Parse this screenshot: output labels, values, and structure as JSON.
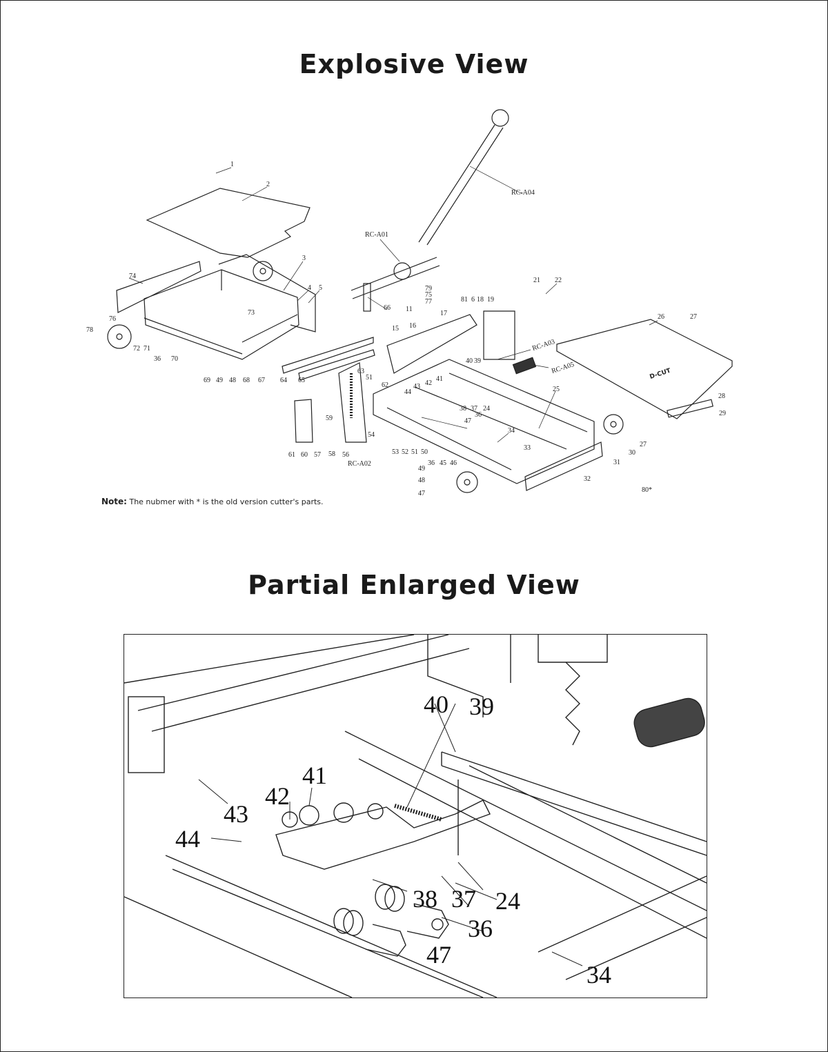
{
  "titles": {
    "explosive": "Explosive View",
    "partial": "Partial Enlarged View"
  },
  "note": {
    "label": "Note:",
    "text": "The nubmer with * is the old version cutter's  parts."
  },
  "explosive_labels": [
    "1",
    "2",
    "3",
    "4",
    "5",
    "74",
    "76",
    "78",
    "72",
    "71",
    "36",
    "70",
    "69",
    "49",
    "48",
    "68",
    "67",
    "64",
    "65",
    "73",
    "66",
    "11",
    "79",
    "75",
    "77",
    "81",
    "6",
    "18",
    "19",
    "17",
    "15",
    "16",
    "21",
    "22",
    "26",
    "27",
    "RC-A03",
    "RC-A05",
    "40",
    "39",
    "63",
    "62",
    "51",
    "44",
    "43",
    "42",
    "41",
    "38",
    "37",
    "24",
    "47",
    "36",
    "34",
    "25",
    "28",
    "29",
    "59",
    "54",
    "53",
    "52",
    "51",
    "50",
    "36",
    "45",
    "46",
    "61",
    "60",
    "57",
    "58",
    "56",
    "RC-A02",
    "33",
    "27",
    "30",
    "31",
    "32",
    "49",
    "48",
    "47",
    "80*",
    "RC-A01",
    "RC-A04"
  ],
  "enlarged_labels": [
    "40",
    "39",
    "41",
    "42",
    "43",
    "44",
    "38",
    "37",
    "24",
    "36",
    "47",
    "34"
  ],
  "brand_mark": "D-CUT"
}
